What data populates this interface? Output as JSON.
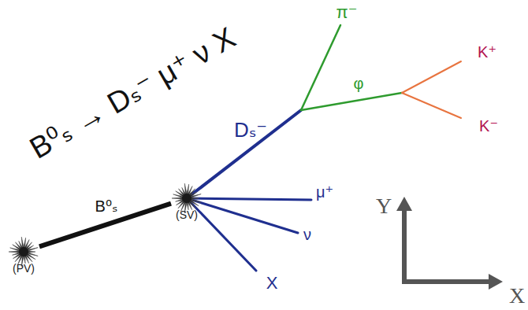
{
  "diagram": {
    "title": "B⁰ₛ → Dₛ⁻ μ⁺ ν X",
    "nodes": [
      {
        "text": [
          "(PV)"
        ]
      },
      {
        "text": [
          "(SV)"
        ]
      }
    ],
    "edges": [
      {
        "from": 0,
        "to": 1,
        "arrow": "none",
        "label": "B⁰ₛ"
      }
    ],
    "labels": [
      "Dₛ⁻",
      "π⁻",
      "φ",
      "K⁺",
      "K⁻",
      "μ⁺",
      "ν",
      "X",
      "Y",
      "X"
    ]
  }
}
